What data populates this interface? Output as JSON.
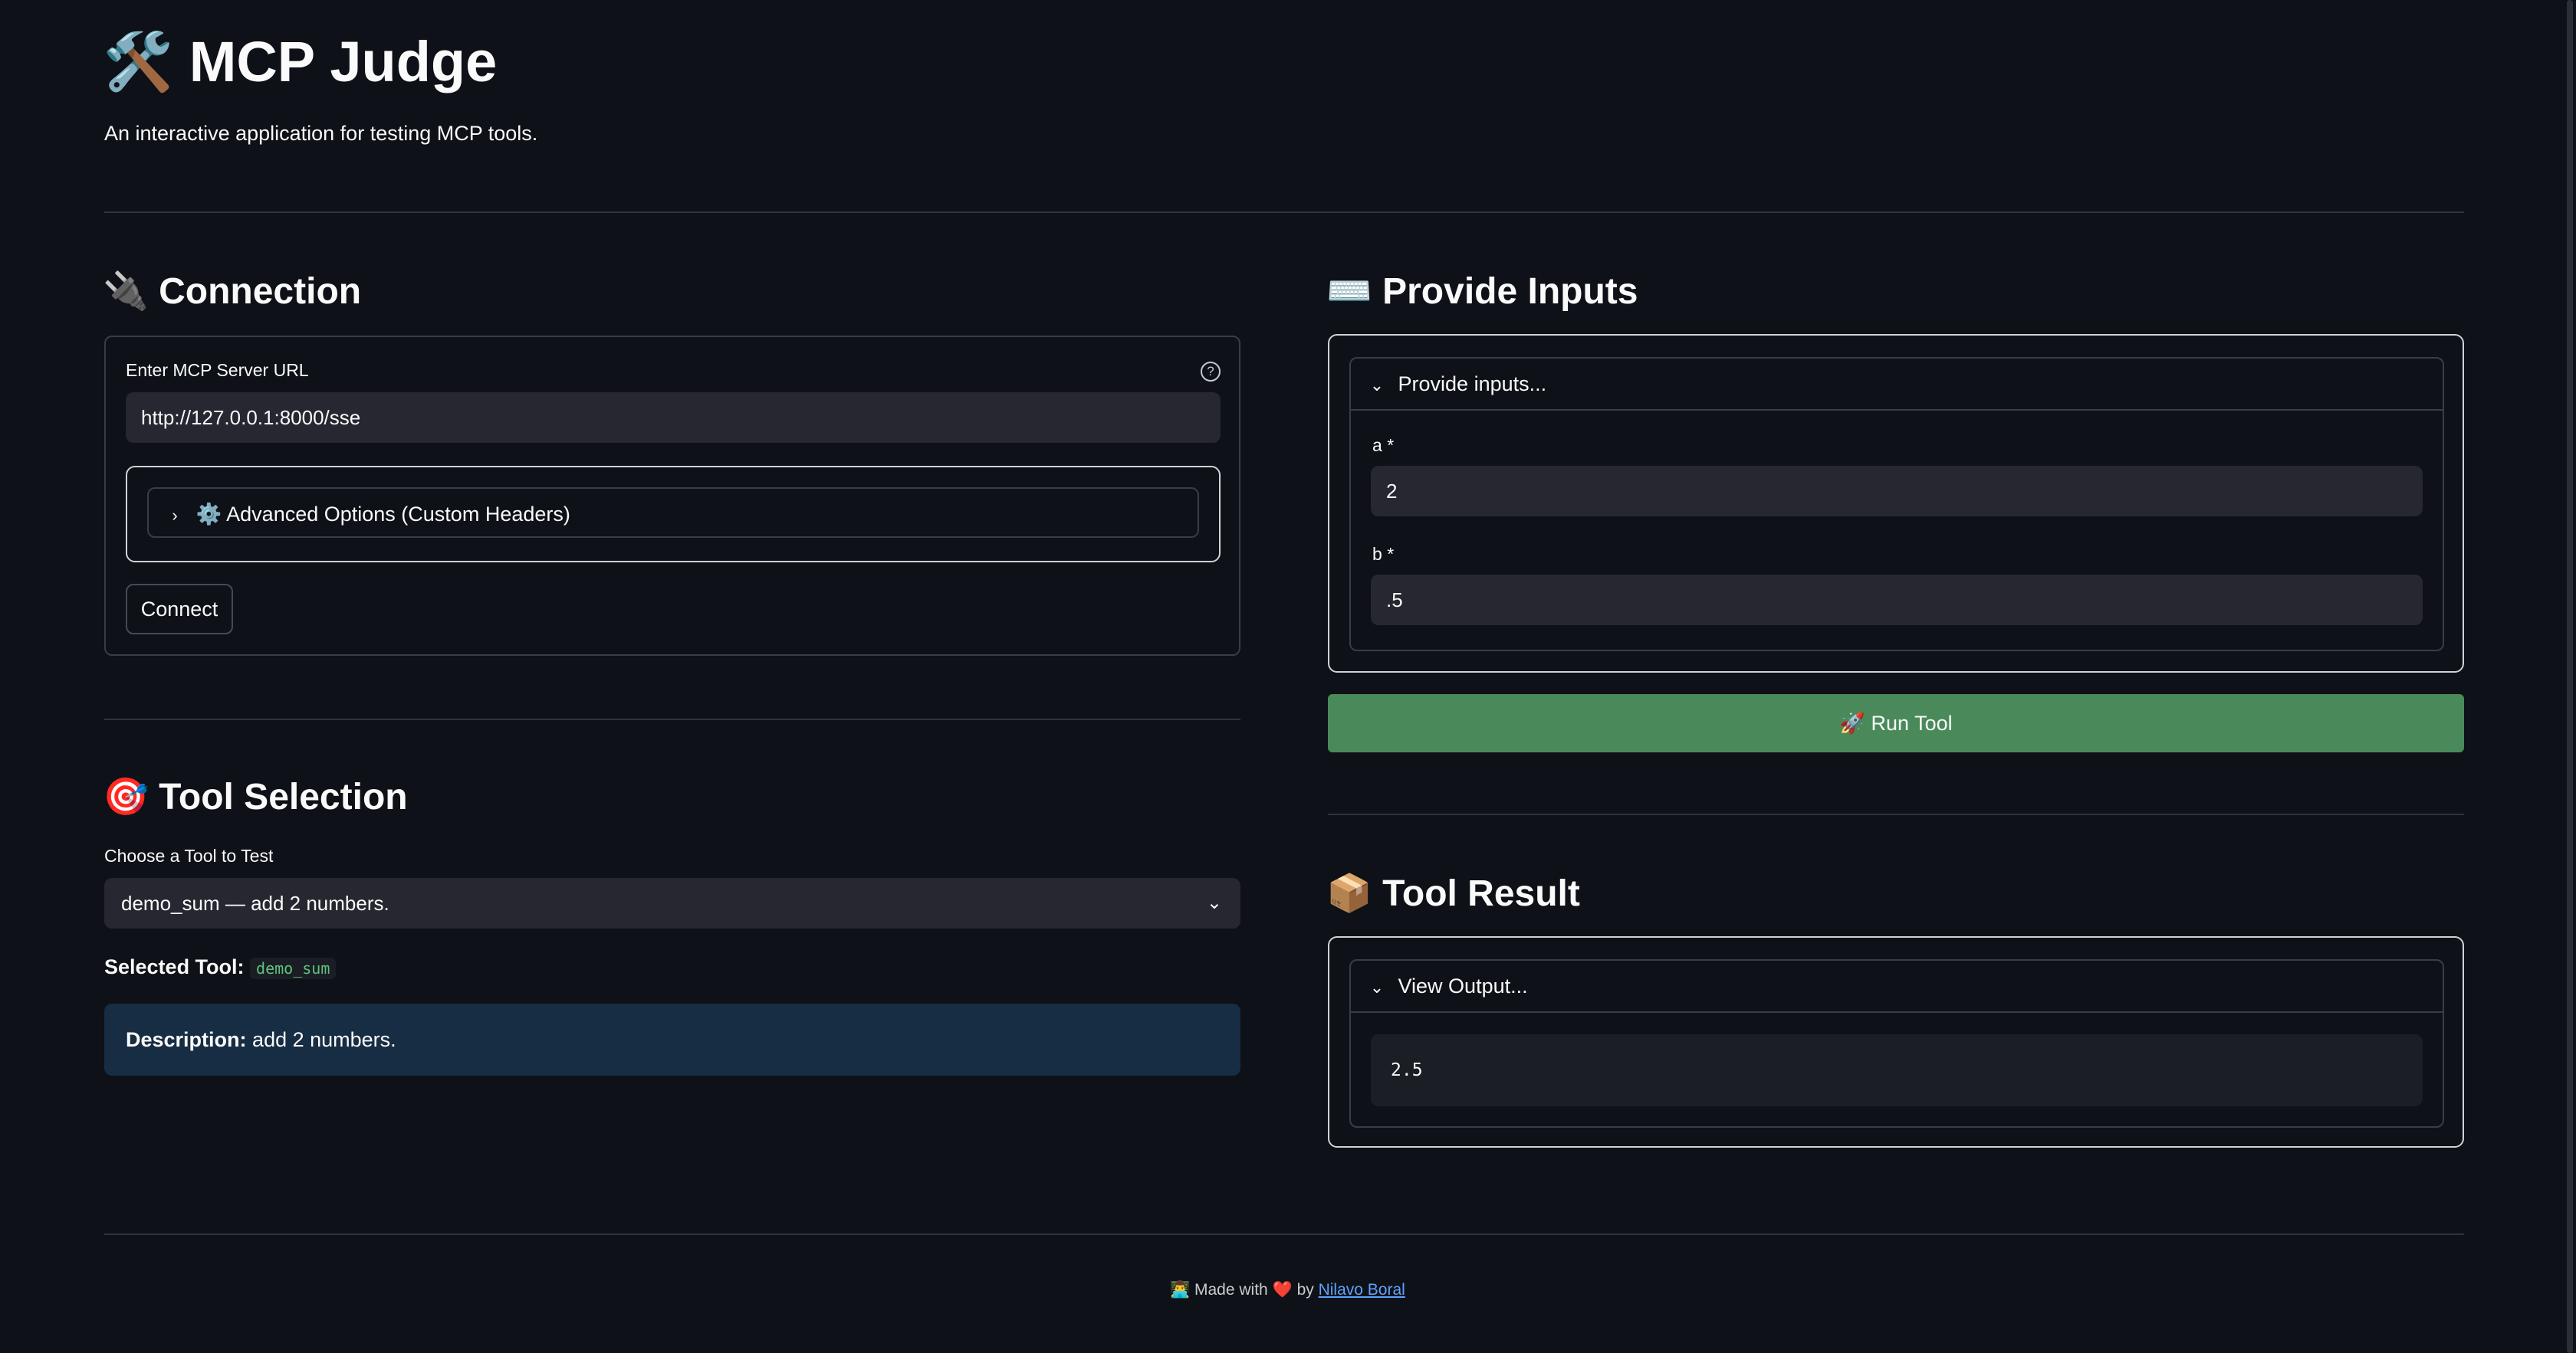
{
  "header": {
    "icon": "🛠️",
    "title": "MCP Judge",
    "subtitle": "An interactive application for testing MCP tools."
  },
  "connection": {
    "icon": "🔌",
    "heading": "Connection",
    "url_label": "Enter MCP Server URL",
    "url_value": "http://127.0.0.1:8000/sse",
    "advanced_icon": "⚙️",
    "advanced_label": "Advanced Options (Custom Headers)",
    "connect_label": "Connect"
  },
  "tool_selection": {
    "icon": "🎯",
    "heading": "Tool Selection",
    "select_label": "Choose a Tool to Test",
    "selected_option": "demo_sum — add 2 numbers.",
    "selected_tool_label": "Selected Tool:",
    "selected_tool_value": "demo_sum",
    "description_label": "Description:",
    "description_value": "add 2 numbers."
  },
  "inputs": {
    "icon": "⌨️",
    "heading": "Provide Inputs",
    "expander_label": "Provide inputs...",
    "fields": [
      {
        "label": "a",
        "required_mark": "*",
        "value": "2"
      },
      {
        "label": "b",
        "required_mark": "*",
        "value": ".5"
      }
    ],
    "run_icon": "🚀",
    "run_label": "Run Tool"
  },
  "result": {
    "icon": "📦",
    "heading": "Tool Result",
    "expander_label": "View Output...",
    "output": "2.5"
  },
  "footer": {
    "icon": "👨‍💻",
    "made_with": "Made with",
    "heart": "❤️",
    "by": "by",
    "author": "Nilavo Boral"
  },
  "colors": {
    "background": "#0e1117",
    "run_button": "#4a8a5a",
    "description_box": "#172d43",
    "link": "#5ea2ff"
  }
}
